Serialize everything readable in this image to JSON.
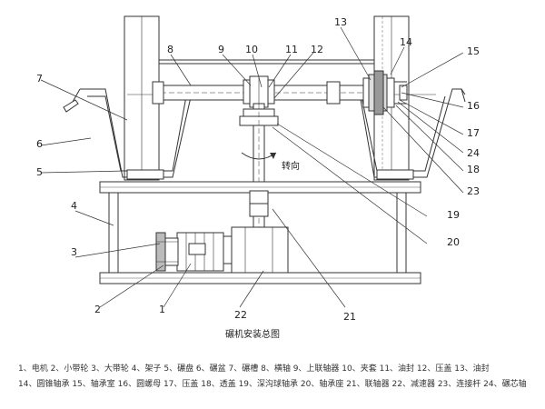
{
  "title": "碾机安装总图",
  "rotation_label": "转向",
  "callouts": [
    "1",
    "2",
    "3",
    "4",
    "5",
    "6",
    "7",
    "8",
    "9",
    "10",
    "11",
    "12",
    "13",
    "14",
    "15",
    "16",
    "17",
    "18",
    "19",
    "20",
    "21",
    "22",
    "23",
    "24"
  ],
  "legend": {
    "line1": "1、电机 2、小带轮 3、大带轮 4、架子 5、碾盘 6、碾盆 7、碾槽 8、横轴 9、上联轴器 10、夹套 11、油封 12、压盖 13、油封",
    "line2": "14、圆锥轴承 15、轴承室 16、圆螺母 17、压盖 18、透盖 19、深沟球轴承 20、轴承座 21、联轴器 22、减速器 23、连接杆 24、碾芯轴"
  }
}
